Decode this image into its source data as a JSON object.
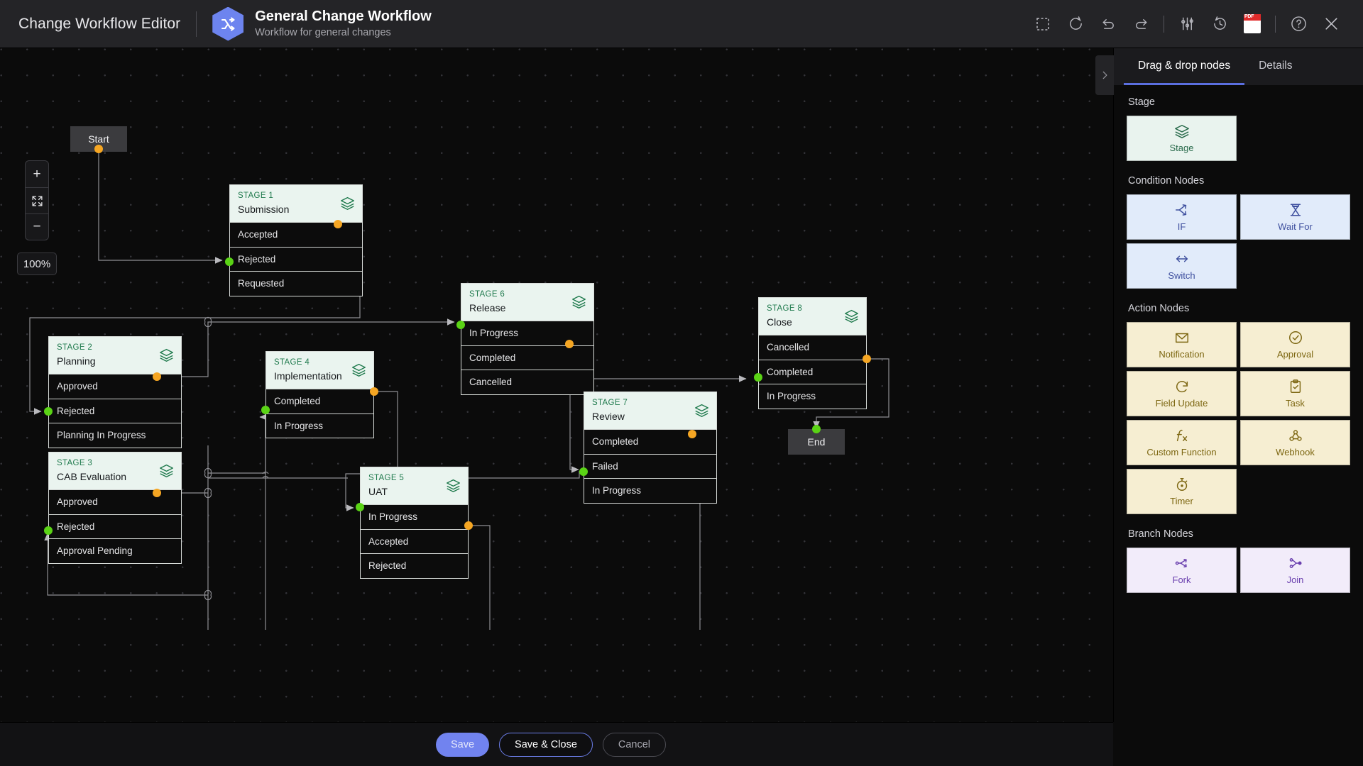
{
  "topbar": {
    "app_title": "Change Workflow Editor",
    "workflow_name": "General Change Workflow",
    "workflow_subtitle": "Workflow for general changes",
    "icons": [
      {
        "name": "marquee-select-icon",
        "label": "Select"
      },
      {
        "name": "reset-icon",
        "label": "Reset"
      },
      {
        "name": "undo-icon",
        "label": "Undo"
      },
      {
        "name": "redo-icon",
        "label": "Redo"
      },
      {
        "name": "settings-sliders-icon",
        "label": "Settings"
      },
      {
        "name": "history-icon",
        "label": "History"
      },
      {
        "name": "pdf-export-icon",
        "label": "PDF"
      },
      {
        "name": "help-icon",
        "label": "Help"
      },
      {
        "name": "close-icon",
        "label": "Close"
      }
    ]
  },
  "canvas": {
    "zoom_level": "100%",
    "zoom_in_label": "+",
    "zoom_out_label": "−",
    "fit_label": "fit-to-screen",
    "start_node": "Start",
    "end_node": "End",
    "stages": [
      {
        "num": "STAGE 1",
        "name": "Submission",
        "rows": [
          "Accepted",
          "Rejected",
          "Requested"
        ]
      },
      {
        "num": "STAGE 2",
        "name": "Planning",
        "rows": [
          "Approved",
          "Rejected",
          "Planning In Progress"
        ]
      },
      {
        "num": "STAGE 3",
        "name": "CAB Evaluation",
        "rows": [
          "Approved",
          "Rejected",
          "Approval Pending"
        ]
      },
      {
        "num": "STAGE 4",
        "name": "Implementation",
        "rows": [
          "Completed",
          "In Progress"
        ]
      },
      {
        "num": "STAGE 5",
        "name": "UAT",
        "rows": [
          "In Progress",
          "Accepted",
          "Rejected"
        ]
      },
      {
        "num": "STAGE 6",
        "name": "Release",
        "rows": [
          "In Progress",
          "Completed",
          "Cancelled"
        ]
      },
      {
        "num": "STAGE 7",
        "name": "Review",
        "rows": [
          "Completed",
          "Failed",
          "In Progress"
        ]
      },
      {
        "num": "STAGE 8",
        "name": "Close",
        "rows": [
          "Cancelled",
          "Completed",
          "In Progress"
        ]
      }
    ]
  },
  "panel": {
    "tabs": [
      {
        "label": "Drag & drop nodes",
        "active": true
      },
      {
        "label": "Details",
        "active": false
      }
    ],
    "sections": [
      {
        "title": "Stage",
        "kind": "stage",
        "items": [
          {
            "label": "Stage",
            "icon": "layers-icon"
          }
        ]
      },
      {
        "title": "Condition Nodes",
        "kind": "cond",
        "items": [
          {
            "label": "IF",
            "icon": "branch-arrow-icon"
          },
          {
            "label": "Wait For",
            "icon": "hourglass-icon"
          },
          {
            "label": "Switch",
            "icon": "double-arrow-icon"
          }
        ]
      },
      {
        "title": "Action Nodes",
        "kind": "action",
        "items": [
          {
            "label": "Notification",
            "icon": "envelope-icon"
          },
          {
            "label": "Approval",
            "icon": "check-circle-icon"
          },
          {
            "label": "Field Update",
            "icon": "refresh-icon"
          },
          {
            "label": "Task",
            "icon": "clipboard-check-icon"
          },
          {
            "label": "Custom Function",
            "icon": "function-fx-icon"
          },
          {
            "label": "Webhook",
            "icon": "webhook-icon"
          },
          {
            "label": "Timer",
            "icon": "stopwatch-icon"
          }
        ]
      },
      {
        "title": "Branch Nodes",
        "kind": "branch",
        "items": [
          {
            "label": "Fork",
            "icon": "fork-icon"
          },
          {
            "label": "Join",
            "icon": "join-icon"
          }
        ]
      }
    ]
  },
  "footer": {
    "save": "Save",
    "save_close": "Save & Close",
    "cancel": "Cancel"
  },
  "colors": {
    "accent_blue": "#6d84ef",
    "stage_header_bg": "#eaf4ef",
    "stage_num_green": "#1f7a4d",
    "out_port_orange": "#f5a623",
    "in_port_green": "#5ad315",
    "canvas_bg": "#0b0b0b",
    "topbar_bg": "#242427"
  }
}
